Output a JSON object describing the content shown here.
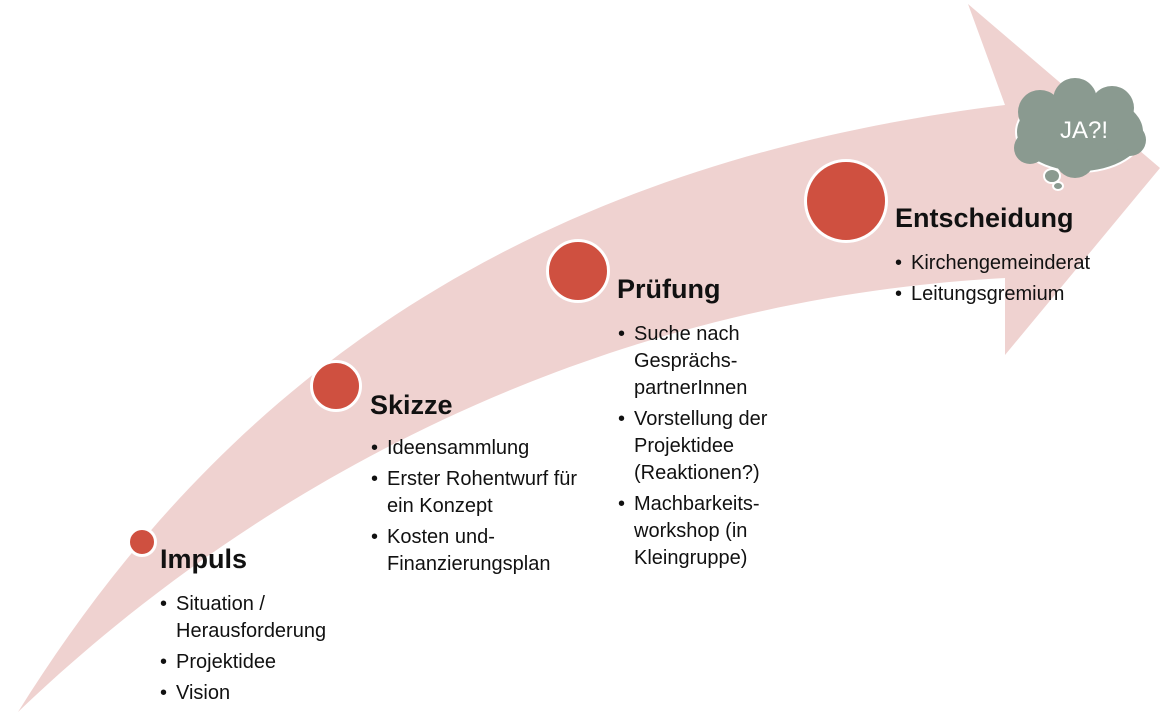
{
  "colors": {
    "arrow": "#efd2d0",
    "dot": "#cf5040",
    "cloud": "#8a9a90"
  },
  "stages": [
    {
      "title": "Impuls",
      "items": [
        "Situation / Herausforderung",
        "Projektidee",
        "Vision"
      ]
    },
    {
      "title": "Skizze",
      "items": [
        "Ideensammlung",
        "Erster Rohentwurf für ein Konzept",
        "Kosten und-Finanzierungsplan"
      ]
    },
    {
      "title": "Prüfung",
      "items": [
        "Suche nach Gesprächs-partnerInnen",
        "Vorstellung der Projektidee (Reaktionen?)",
        "Machbarkeits-workshop (in Kleingruppe)"
      ]
    },
    {
      "title": "Entscheidung",
      "items": [
        "Kirchengemeinderat",
        "Leitungsgremium"
      ]
    }
  ],
  "cloud": {
    "label": "JA?!"
  }
}
